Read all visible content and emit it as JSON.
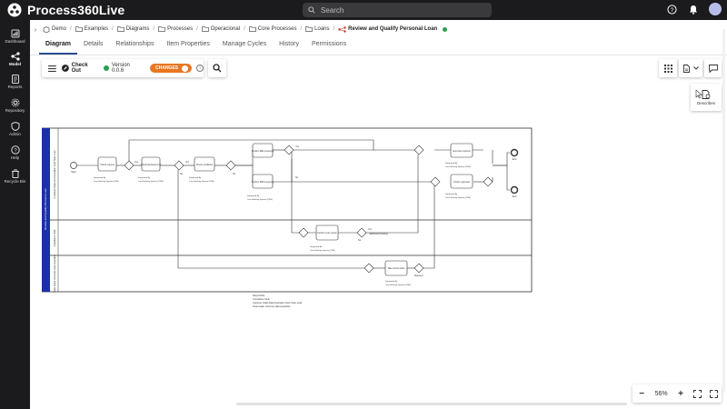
{
  "app": {
    "name": "Process360Live"
  },
  "search": {
    "placeholder": "Search"
  },
  "sidebar": {
    "items": [
      {
        "label": "Dashboard",
        "icon": "dashboard-icon",
        "active": false
      },
      {
        "label": "Model",
        "icon": "model-icon",
        "active": true
      },
      {
        "label": "Reports",
        "icon": "reports-icon",
        "active": false
      },
      {
        "label": "Repository",
        "icon": "repository-icon",
        "active": false
      },
      {
        "label": "Admin",
        "icon": "admin-icon",
        "active": false
      },
      {
        "label": "Help",
        "icon": "help-icon",
        "active": false
      },
      {
        "label": "Recycle Bin",
        "icon": "recycle-bin-icon",
        "active": false
      }
    ]
  },
  "breadcrumb": {
    "items": [
      "Demo",
      "Examples",
      "Diagrams",
      "Processes",
      "Operacional",
      "Core Processes",
      "Loans"
    ],
    "current": "Review and Qualify Personal Loan"
  },
  "tabs": [
    "Diagram",
    "Details",
    "Relationships",
    "Item Properties",
    "Manage Cycles",
    "History",
    "Permissions"
  ],
  "toolbar": {
    "checkout_label": "Check Out",
    "version_label": "Version 0.0.6",
    "changes_label": "CHANGES"
  },
  "describes": {
    "label": "Describes"
  },
  "zoom": {
    "value": "56%"
  },
  "diagram": {
    "pool_title": "Review and Qualify Personal Loan",
    "lanes": [
      "Customer Intake and Acquisition Clerk Team Lead",
      "Compliance Clerk",
      "Team leader consumer data acquisition"
    ],
    "tasks": [
      "Check request",
      "Check Exclusion List",
      "Check conditions",
      "Perform IB&I screening",
      "Perform PEP screening",
      "Perform Loan review",
      "Take control action",
      "Send rule customer",
      "Perform approval"
    ],
    "events": [
      "Start",
      "End",
      "End"
    ],
    "flow_labels": [
      "Yes",
      "No",
      "Yes",
      "No",
      "Yes",
      "No",
      "Yes",
      "No",
      "Rejected",
      "Additional checking"
    ],
    "supported_by": "Supported By",
    "system_ref": "Core Banking System (CBS)",
    "responsibles_title": "Responsible",
    "responsibles": [
      "Compliance Clerk",
      "Customer Intake Data Acquisition Clerk Team Lead",
      "Team leader consumer data acquisition"
    ]
  }
}
